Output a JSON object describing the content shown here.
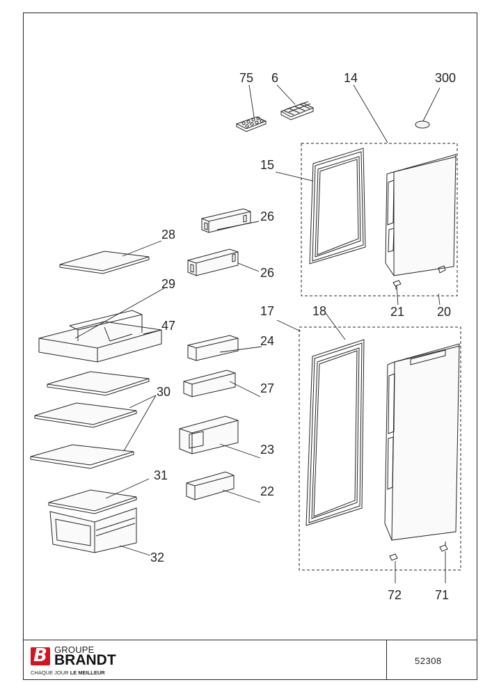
{
  "diagram": {
    "part_labels": [
      "75",
      "6",
      "14",
      "300",
      "15",
      "26",
      "26",
      "28",
      "29",
      "47",
      "17",
      "18",
      "21",
      "20",
      "24",
      "27",
      "30",
      "31",
      "23",
      "22",
      "32",
      "72",
      "71"
    ]
  },
  "footer": {
    "brand_groupe": "GROUPE",
    "brand_name": "BRANDT",
    "slogan_start": "CHAQUE JOUR",
    "slogan_bold": "LE MEILLEUR",
    "logo_letter": "B",
    "reference": "52308"
  },
  "colors": {
    "line": "#222222",
    "brand_red": "#d6121f"
  }
}
